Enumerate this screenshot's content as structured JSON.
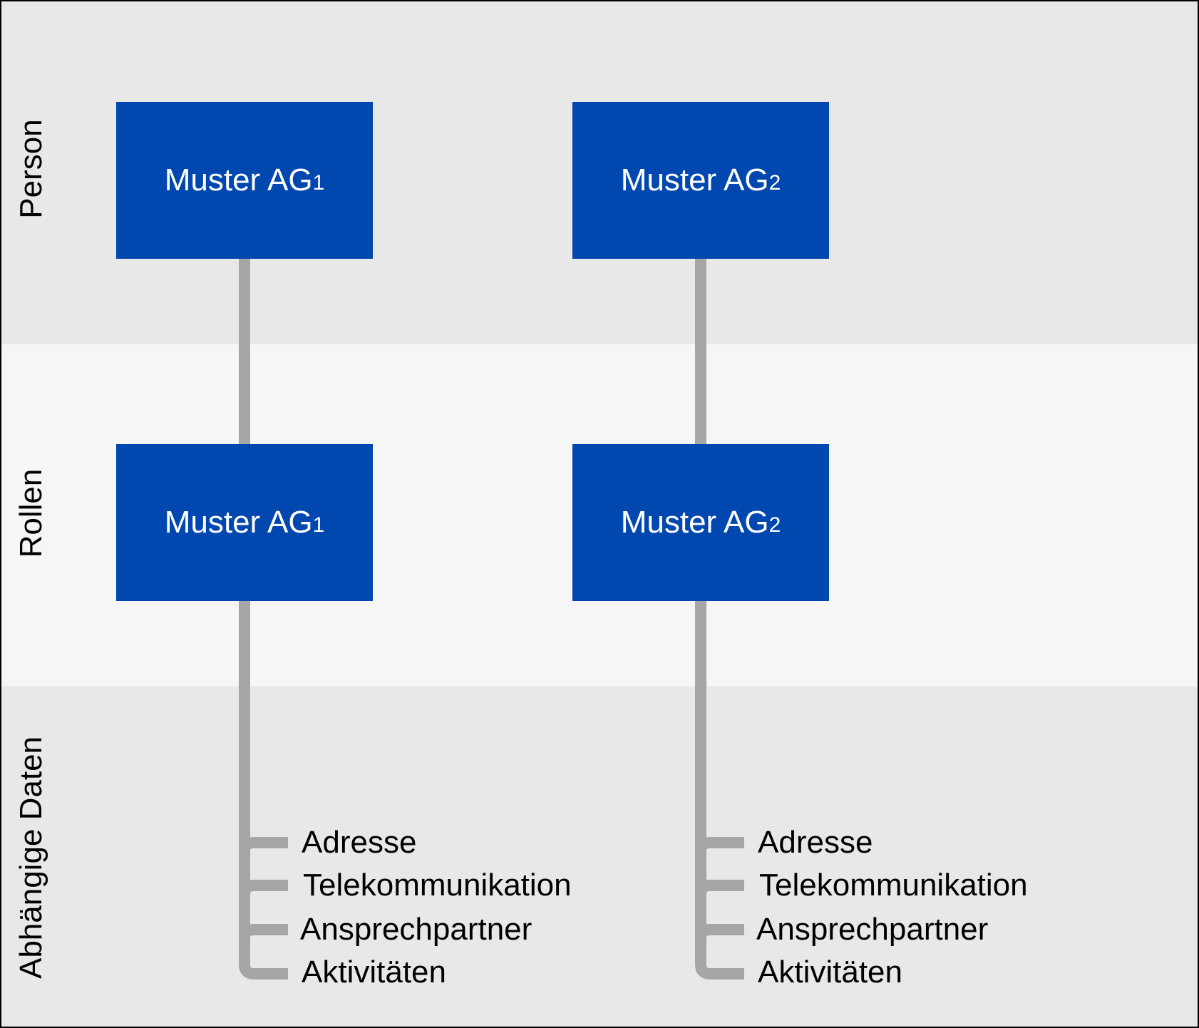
{
  "colors": {
    "node_fill": "#0047b0",
    "connector": "#a6a6a6",
    "band_dark": "#e8e8e8",
    "band_light": "#f6f6f6",
    "text_dark": "#000000",
    "text_light": "#ffffff"
  },
  "bands": [
    {
      "label": "Person",
      "shade": "dark"
    },
    {
      "label": "Rollen",
      "shade": "light"
    },
    {
      "label": "Abhängige Daten",
      "shade": "dark"
    }
  ],
  "columns": [
    {
      "person_node": {
        "text": "Muster AG",
        "sub": "1"
      },
      "role_node": {
        "text": "Muster AG",
        "sub": "1"
      },
      "dependent_items": [
        "Adresse",
        "Telekommunikation",
        "Ansprechpartner",
        "Aktivitäten"
      ]
    },
    {
      "person_node": {
        "text": "Muster AG",
        "sub": "2"
      },
      "role_node": {
        "text": "Muster AG",
        "sub": "2"
      },
      "dependent_items": [
        "Adresse",
        "Telekommunikation",
        "Ansprechpartner",
        "Aktivitäten"
      ]
    }
  ]
}
